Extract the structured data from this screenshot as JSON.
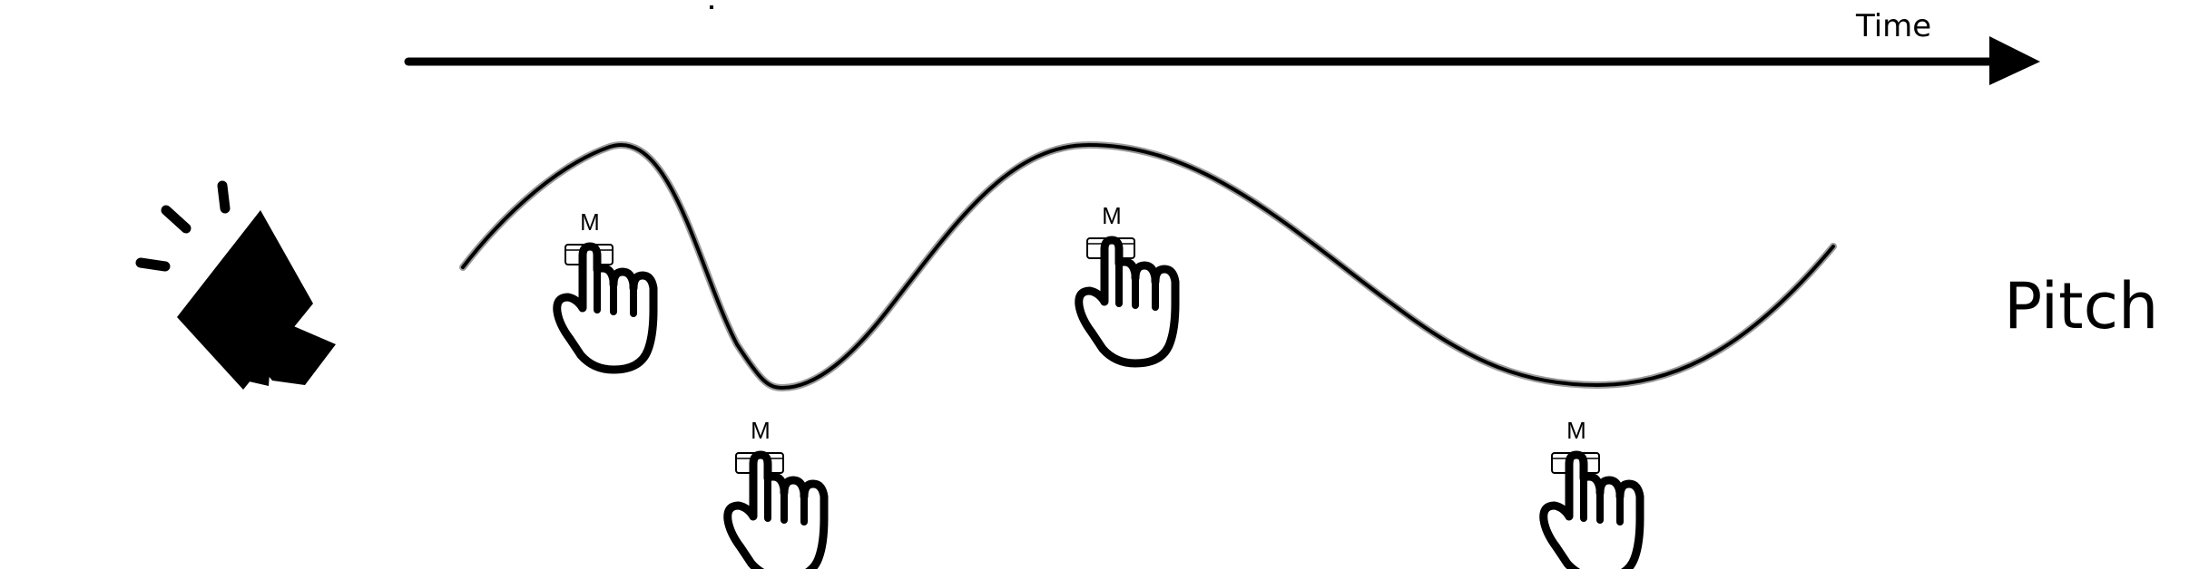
{
  "time_axis": {
    "label": "Time"
  },
  "pitch_label": "Pitch",
  "speaker": {
    "icon": "megaphone-icon"
  },
  "pitch_curve": {
    "shape": "wave"
  },
  "taps": [
    {
      "key": "M",
      "icon": "tap-hand-icon"
    },
    {
      "key": "M",
      "icon": "tap-hand-icon"
    },
    {
      "key": "M",
      "icon": "tap-hand-icon"
    },
    {
      "key": "M",
      "icon": "tap-hand-icon"
    }
  ],
  "colors": {
    "ink": "#000000",
    "curve_shadow": "#9a9a9a"
  }
}
